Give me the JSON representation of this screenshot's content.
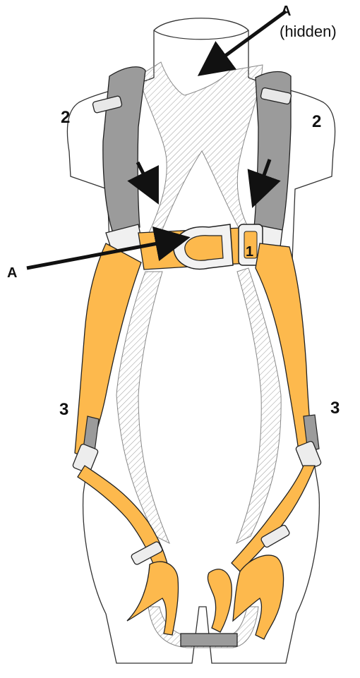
{
  "labels": {
    "anchor_top_letter": "A",
    "anchor_top_note": "(hidden)",
    "anchor_front_letter": "A",
    "adjuster_left_shoulder": "2",
    "adjuster_right_shoulder": "2",
    "chest_buckle": "1",
    "adjuster_left_leg": "3",
    "adjuster_right_leg": "3"
  },
  "colors": {
    "webbing_orange": "#FDB94D",
    "webbing_grey": "#9B9B9B",
    "outline": "#1a1a1a",
    "hatch": "#9a9a9a"
  }
}
